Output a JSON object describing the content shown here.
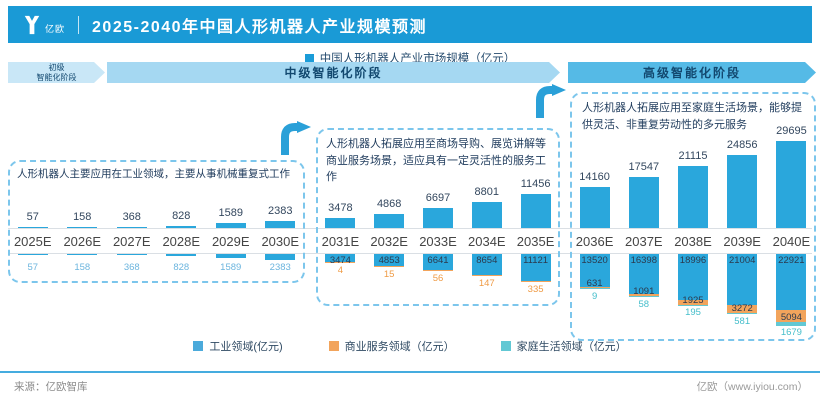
{
  "header": {
    "brand": "亿欧",
    "title": "2025-2040年中国人形机器人产业规模预测"
  },
  "top_legend": "中国人形机器人产业市场规模（亿元）",
  "stages": [
    {
      "line1": "初级",
      "line2": "智能化阶段"
    },
    {
      "label": "中级智能化阶段"
    },
    {
      "label": "高级智能化阶段"
    }
  ],
  "sections": [
    {
      "note": "人形机器人主要应用在工业领域，主要从事机械重复式工作"
    },
    {
      "note": "人形机器人拓展应用至商场导购、展览讲解等商业服务场景，适应具有一定灵活性的服务工作"
    },
    {
      "note": "人形机器人拓展应用至家庭生活场景，能够提供灵活、非重复劳动性的多元服务"
    }
  ],
  "chart_data": {
    "type": "bar",
    "title": "2025-2040年中国人形机器人产业规模预测",
    "ylabel": "市场规模（亿元）",
    "categories": [
      "2025E",
      "2026E",
      "2027E",
      "2028E",
      "2029E",
      "2030E",
      "2031E",
      "2032E",
      "2033E",
      "2034E",
      "2035E",
      "2036E",
      "2037E",
      "2038E",
      "2039E",
      "2040E"
    ],
    "series": [
      {
        "name": "中国人形机器人产业市场规模（亿元）",
        "values": [
          57,
          158,
          368,
          828,
          1589,
          2383,
          3478,
          4868,
          6697,
          8801,
          11456,
          14160,
          17547,
          21115,
          24856,
          29695
        ]
      },
      {
        "name": "工业领域（亿元）",
        "values": [
          57,
          158,
          368,
          828,
          1589,
          2383,
          3474,
          4853,
          6641,
          8654,
          11121,
          13520,
          16398,
          18996,
          21004,
          22921
        ]
      },
      {
        "name": "商业服务领域（亿元）",
        "values": [
          0,
          0,
          0,
          0,
          0,
          0,
          4,
          15,
          56,
          147,
          335,
          631,
          1091,
          1925,
          3272,
          5094
        ]
      },
      {
        "name": "家庭生活领域（亿元）",
        "values": [
          0,
          0,
          0,
          0,
          0,
          0,
          0,
          0,
          0,
          0,
          0,
          9,
          58,
          195,
          581,
          1679
        ]
      }
    ],
    "ylim": [
      0,
      29695
    ],
    "legend_position": "bottom",
    "grid": false
  },
  "bottom_legend": [
    {
      "label": "工业领域(亿元)",
      "color": "#4BAADB"
    },
    {
      "label": "商业服务领域（亿元）",
      "color": "#F2A45C"
    },
    {
      "label": "家庭生活领域（亿元）",
      "color": "#62C8D4"
    }
  ],
  "footer": {
    "source": "来源：亿欧智库",
    "site": "亿欧（www.iyiou.com）"
  },
  "colors": {
    "header_blue": "#1A9AD6",
    "bar_blue": "#2AA7DC",
    "orange": "#F2A45C",
    "teal": "#62C8D4",
    "navy_text": "#1F3B5C",
    "industrial_light_label": "#6CB5DE"
  }
}
